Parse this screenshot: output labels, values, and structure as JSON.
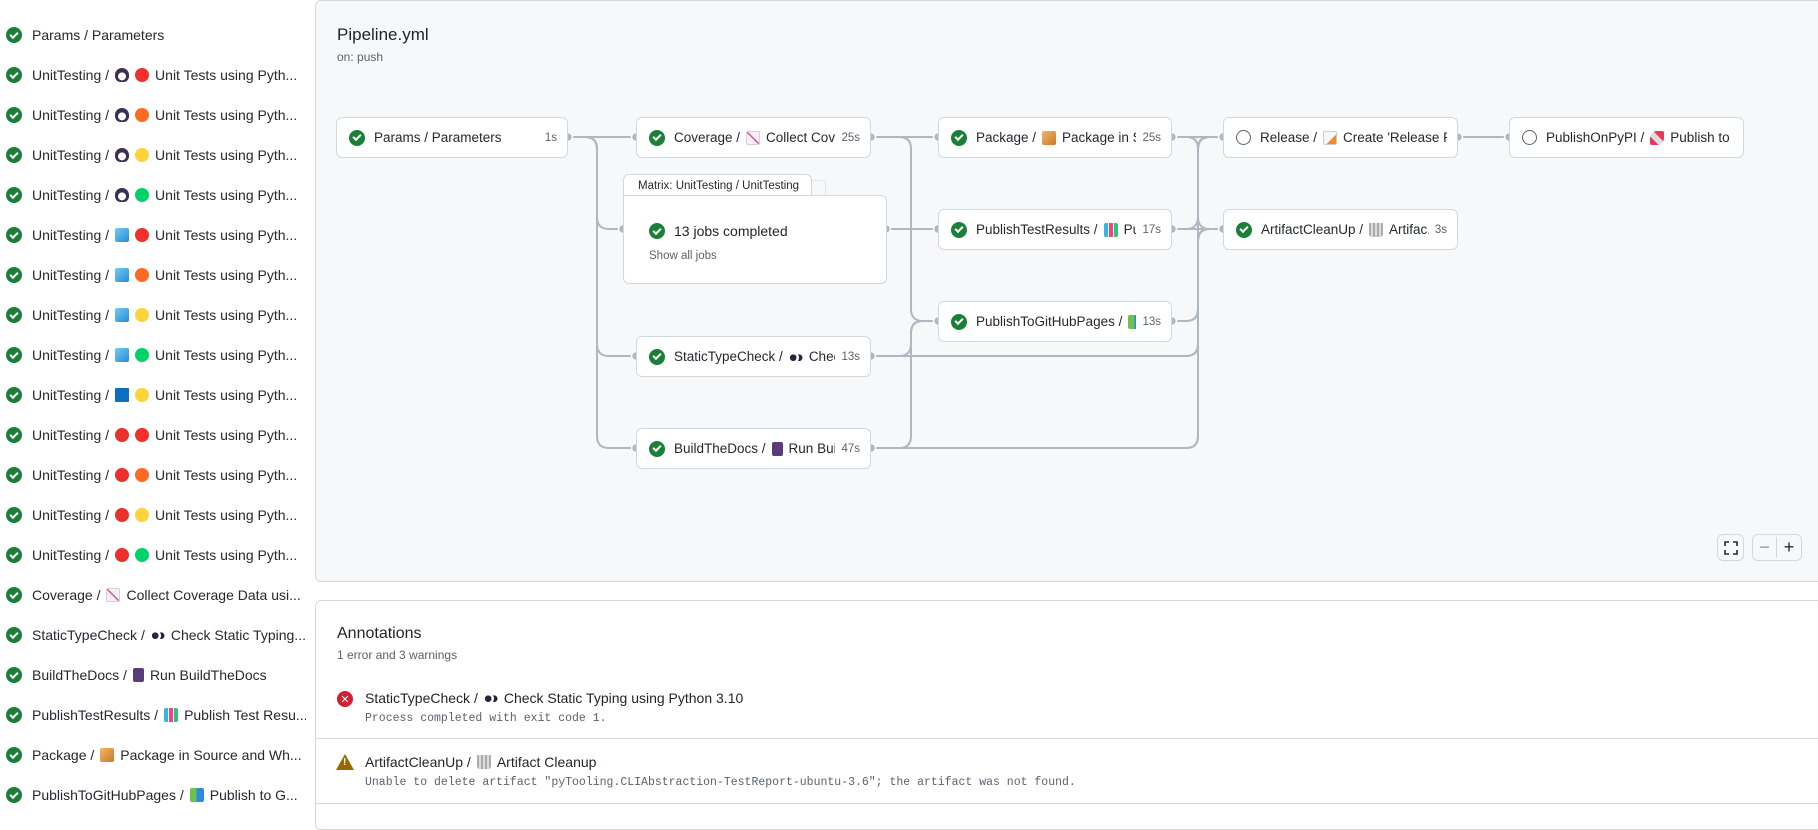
{
  "sidebar": {
    "items": [
      {
        "prefix": "Params / Parameters",
        "os": null,
        "version_color": null,
        "label": ""
      },
      {
        "prefix": "UnitTesting /",
        "os": "penguin",
        "version_color": "#f0302a",
        "label": "Unit Tests using Pyth..."
      },
      {
        "prefix": "UnitTesting /",
        "os": "penguin",
        "version_color": "#fd6b22",
        "label": "Unit Tests using Pyth..."
      },
      {
        "prefix": "UnitTesting /",
        "os": "penguin",
        "version_color": "#fdd33a",
        "label": "Unit Tests using Pyth..."
      },
      {
        "prefix": "UnitTesting /",
        "os": "penguin",
        "version_color": "#00d26a",
        "label": "Unit Tests using Pyth..."
      },
      {
        "prefix": "UnitTesting /",
        "os": "cube",
        "version_color": "#f0302a",
        "label": "Unit Tests using Pyth..."
      },
      {
        "prefix": "UnitTesting /",
        "os": "cube",
        "version_color": "#fd6b22",
        "label": "Unit Tests using Pyth..."
      },
      {
        "prefix": "UnitTesting /",
        "os": "cube",
        "version_color": "#fdd33a",
        "label": "Unit Tests using Pyth..."
      },
      {
        "prefix": "UnitTesting /",
        "os": "cube",
        "version_color": "#00d26a",
        "label": "Unit Tests using Pyth..."
      },
      {
        "prefix": "UnitTesting /",
        "os": "square",
        "version_color": "#fdd33a",
        "label": "Unit Tests using Pyth..."
      },
      {
        "prefix": "UnitTesting /",
        "os": "apple",
        "version_color": "#f0302a",
        "label": "Unit Tests using Pyth..."
      },
      {
        "prefix": "UnitTesting /",
        "os": "apple",
        "version_color": "#fd6b22",
        "label": "Unit Tests using Pyth..."
      },
      {
        "prefix": "UnitTesting /",
        "os": "apple",
        "version_color": "#fdd33a",
        "label": "Unit Tests using Pyth..."
      },
      {
        "prefix": "UnitTesting /",
        "os": "apple",
        "version_color": "#00d26a",
        "label": "Unit Tests using Pyth..."
      },
      {
        "prefix": "Coverage /",
        "os": "chart",
        "version_color": null,
        "label": "Collect Coverage Data usi..."
      },
      {
        "prefix": "StaticTypeCheck /",
        "os": "eyes",
        "version_color": null,
        "label": "Check Static Typing..."
      },
      {
        "prefix": "BuildTheDocs /",
        "os": "notebook",
        "version_color": null,
        "label": "Run BuildTheDocs"
      },
      {
        "prefix": "PublishTestResults /",
        "os": "barchart",
        "version_color": null,
        "label": "Publish Test Resu..."
      },
      {
        "prefix": "Package /",
        "os": "package",
        "version_color": null,
        "label": "Package in Source and Wh..."
      },
      {
        "prefix": "PublishToGitHubPages /",
        "os": "books",
        "version_color": null,
        "label": "Publish to G..."
      }
    ]
  },
  "graph": {
    "title": "Pipeline.yml",
    "trigger": "on: push",
    "jobs": {
      "params": {
        "prefix": "Params / Parameters",
        "icon": null,
        "label": "",
        "duration": "1s",
        "status": "success"
      },
      "coverage": {
        "prefix": "Coverage /",
        "icon": "chart",
        "label": "Collect Cove...",
        "duration": "25s",
        "status": "success"
      },
      "package": {
        "prefix": "Package /",
        "icon": "package",
        "label": "Package in So...",
        "duration": "25s",
        "status": "success"
      },
      "publish_test_results": {
        "prefix": "PublishTestResults /",
        "icon": "barchart",
        "label": "Pu...",
        "duration": "17s",
        "status": "success"
      },
      "publish_gh_pages": {
        "prefix": "PublishToGitHubPages /",
        "icon": "books",
        "label": "...",
        "duration": "13s",
        "status": "success"
      },
      "static_type_check": {
        "prefix": "StaticTypeCheck /",
        "icon": "eyes",
        "label": "Chec...",
        "duration": "13s",
        "status": "success"
      },
      "build_the_docs": {
        "prefix": "BuildTheDocs /",
        "icon": "notebook",
        "label": "Run Buil...",
        "duration": "47s",
        "status": "success"
      },
      "release": {
        "prefix": "Release /",
        "icon": "memo",
        "label": "Create 'Release P...",
        "duration": "",
        "status": "pending"
      },
      "artifact_cleanup": {
        "prefix": "ArtifactCleanUp /",
        "icon": "wastebasket",
        "label": "Artifac...",
        "duration": "3s",
        "status": "success"
      },
      "publish_pypi": {
        "prefix": "PublishOnPyPI /",
        "icon": "rocket",
        "label": "Publish to ...",
        "duration": "",
        "status": "pending"
      }
    },
    "matrix": {
      "tab": "Matrix: UnitTesting / UnitTesting",
      "summary": "13 jobs completed",
      "link": "Show all jobs"
    },
    "controls": {
      "fullscreen": "fullscreen-icon",
      "zoom_out": "−",
      "zoom_in": "+"
    }
  },
  "annotations": {
    "title": "Annotations",
    "summary": "1 error and 3 warnings",
    "items": [
      {
        "type": "error",
        "prefix": "StaticTypeCheck /",
        "icon": "eyes",
        "title": "Check Static Typing using Python 3.10",
        "message": "Process completed with exit code 1."
      },
      {
        "type": "warning",
        "prefix": "ArtifactCleanUp /",
        "icon": "wastebasket",
        "title": "Artifact Cleanup",
        "message": "Unable to delete artifact \"pyTooling.CLIAbstraction-TestReport-ubuntu-3.6\"; the artifact was not found."
      }
    ]
  },
  "colors": {
    "success": "#1a7f37",
    "error": "#cf222e",
    "warning": "#9a6700",
    "edge": "#afb8c1"
  }
}
